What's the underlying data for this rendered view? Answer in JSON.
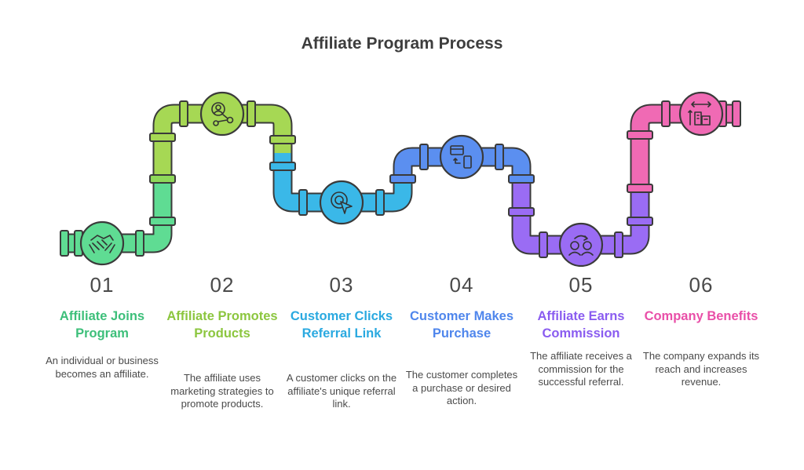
{
  "title": "Affiliate Program Process",
  "steps": [
    {
      "num": "01",
      "title": "Affiliate Joins Program",
      "desc": "An individual or business becomes an affiliate.",
      "color": "#3dbf7a",
      "icon": "handshake-icon"
    },
    {
      "num": "02",
      "title": "Affiliate Promotes Products",
      "desc": "The affiliate uses marketing strategies to promote products.",
      "color": "#8cc63f",
      "icon": "person-share-icon"
    },
    {
      "num": "03",
      "title": "Customer Clicks Referral Link",
      "desc": "A customer clicks on the affiliate's unique referral link.",
      "color": "#2aa9e0",
      "icon": "cursor-click-icon"
    },
    {
      "num": "04",
      "title": "Customer Makes Purchase",
      "desc": "The customer completes a purchase or desired action.",
      "color": "#4f86ec",
      "icon": "card-phone-icon"
    },
    {
      "num": "05",
      "title": "Affiliate Earns Commission",
      "desc": "The affiliate receives a commission for the successful referral.",
      "color": "#8a5cf0",
      "icon": "people-exchange-icon"
    },
    {
      "num": "06",
      "title": "Company Benefits",
      "desc": "The company expands its reach and increases revenue.",
      "color": "#e94fa8",
      "icon": "growth-buildings-icon"
    }
  ]
}
